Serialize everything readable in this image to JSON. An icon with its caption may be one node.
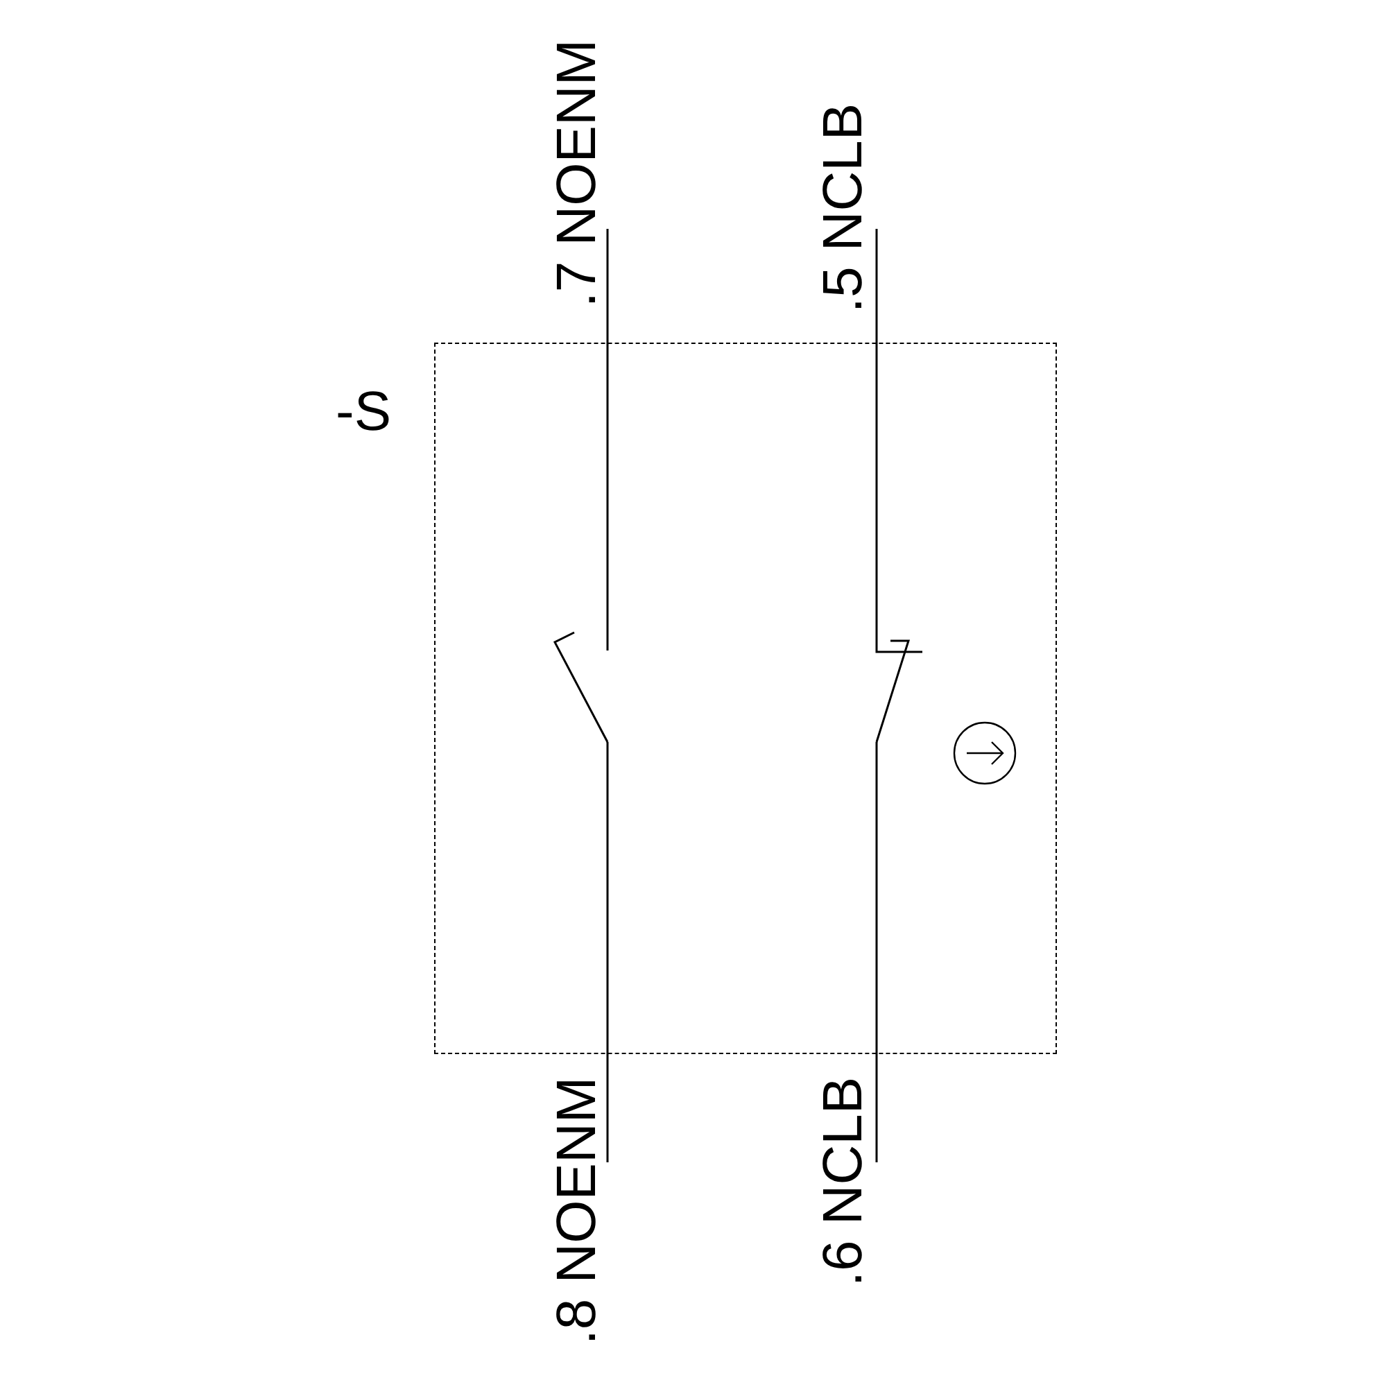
{
  "diagram": {
    "nodes": [
      {
        "text": [],
        "shape": "box"
      }
    ],
    "labels": [
      "-S",
      ".7 NOENM",
      ".5 NCLB",
      ".8 NOENM",
      ".6 NCLB"
    ]
  }
}
